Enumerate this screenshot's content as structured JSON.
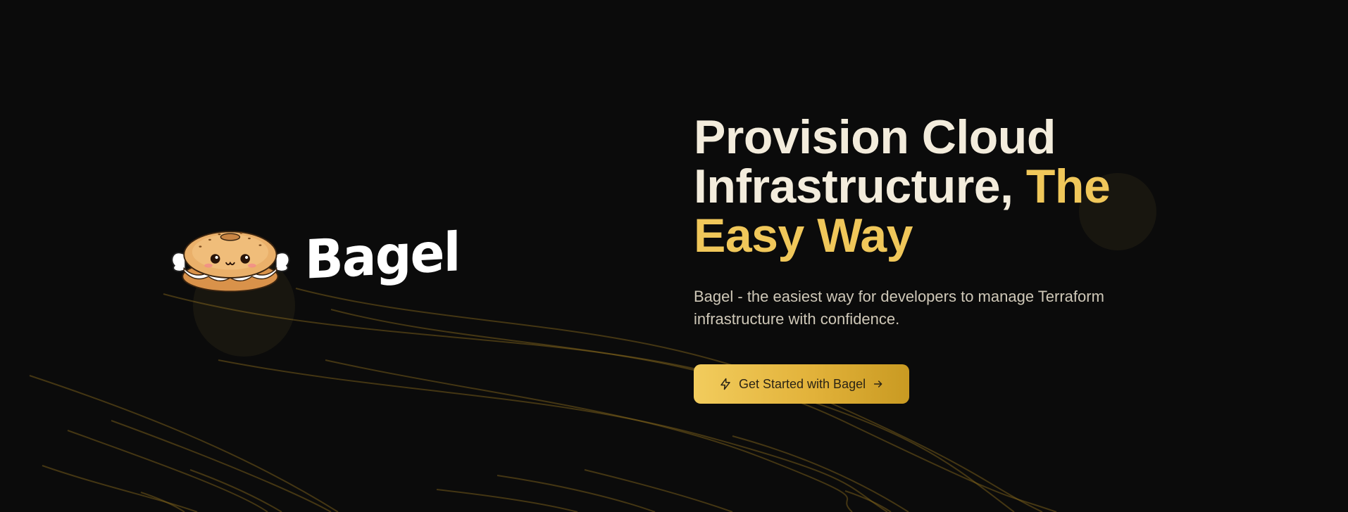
{
  "brand": {
    "name": "Bagel"
  },
  "hero": {
    "headline_line1": "Provision Cloud",
    "headline_line2": "Infrastructure, ",
    "headline_accent_1": "The",
    "headline_accent_2": "Easy Way",
    "subtitle": "Bagel - the easiest way for developers to manage Terraform infrastructure with confidence.",
    "cta_label": "Get Started with Bagel"
  },
  "icons": {
    "cta_leading": "lightning-bolt-icon",
    "cta_trailing": "arrow-right-icon"
  },
  "colors": {
    "background": "#0b0b0b",
    "headline": "#f3ecdc",
    "accent": "#f0c75a",
    "subtitle": "#cfc8b8",
    "button_start": "#f2cc5d",
    "button_end": "#c99a22"
  }
}
